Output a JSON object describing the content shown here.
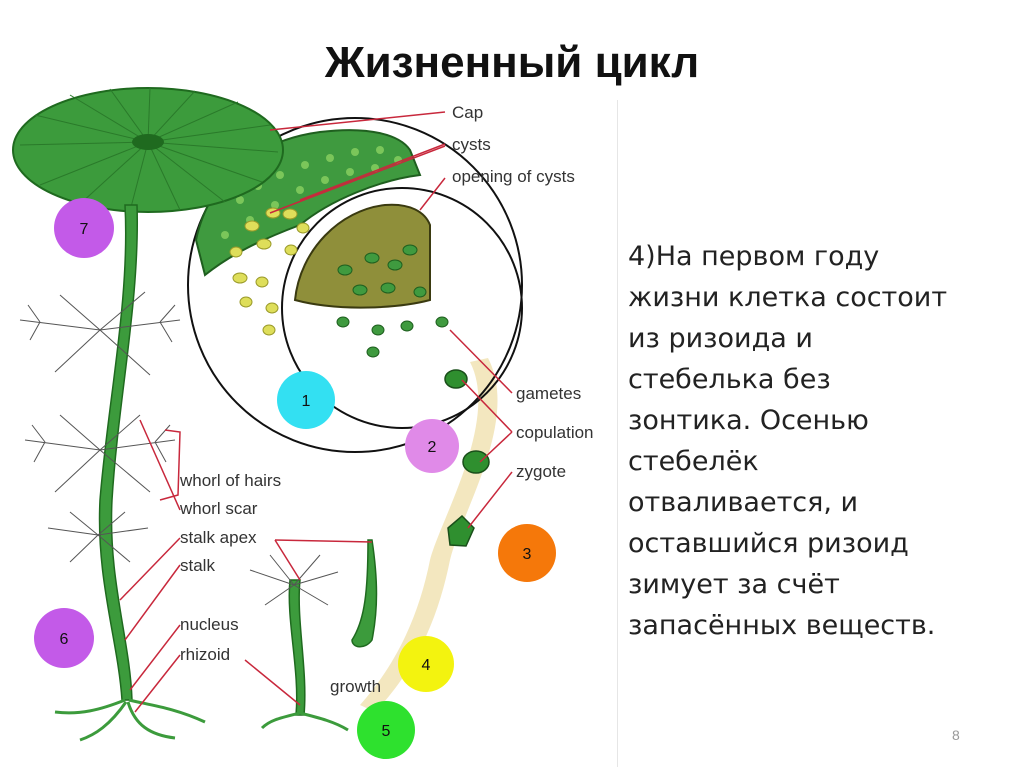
{
  "title": "Жизненный цикл",
  "description_lines": [
    "4)На первом году",
    "жизни клетка состоит",
    "из ризоида и",
    "стебелька без",
    "зонтика. Осенью",
    "стебелёк",
    "отваливается, и",
    "оставшийся ризоид",
    "зимует за счёт",
    "запасённых веществ."
  ],
  "labels": {
    "cap": "Cap",
    "cysts": "cysts",
    "opening_of_cysts": "opening of cysts",
    "gametes": "gametes",
    "copulation": "copulation",
    "zygote": "zygote",
    "whorl_of_hairs": "whorl of hairs",
    "whorl_scar": "whorl scar",
    "stalk_apex": "stalk apex",
    "stalk": "stalk",
    "nucleus": "nucleus",
    "rhizoid": "rhizoid",
    "growth": "growth"
  },
  "stages": [
    {
      "num": "1",
      "color": "#33e0f2"
    },
    {
      "num": "2",
      "color": "#e08ae8"
    },
    {
      "num": "3",
      "color": "#f5780a"
    },
    {
      "num": "4",
      "color": "#f3f30f"
    },
    {
      "num": "5",
      "color": "#2ee12e"
    },
    {
      "num": "6",
      "color": "#c35ae8"
    },
    {
      "num": "7",
      "color": "#c35ae8"
    }
  ],
  "page_number": "8",
  "colors": {
    "plant_green": "#3a9a3a",
    "dark_green": "#1f6f1f",
    "leader_line": "#c8283c",
    "growth_path": "#f3e7bf"
  }
}
